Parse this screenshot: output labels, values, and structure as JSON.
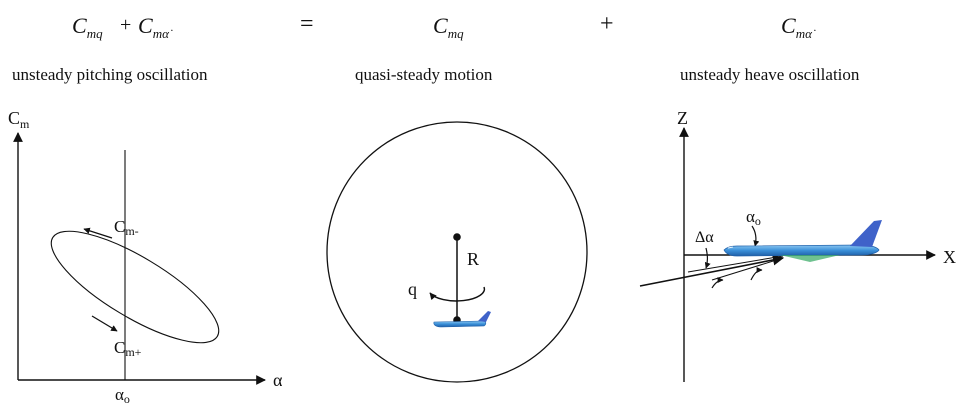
{
  "equation": {
    "lhs_a": {
      "base": "C",
      "sub": "mq"
    },
    "plus_1": "+",
    "lhs_b": {
      "base": "C",
      "sub": "mα̇"
    },
    "equals": "=",
    "rhs_a": {
      "base": "C",
      "sub": "mq"
    },
    "plus_2": "+",
    "rhs_b": {
      "base": "C",
      "sub": "mα̇"
    }
  },
  "captions": {
    "left": "unsteady pitching oscillation",
    "middle": "quasi-steady motion",
    "right": "unsteady heave oscillation"
  },
  "pitching_plot": {
    "y_axis_label": {
      "base": "C",
      "sub": "m"
    },
    "x_axis_label": "α",
    "cm_minus_label": {
      "base": "C",
      "sub": "m-"
    },
    "cm_plus_label": {
      "base": "C",
      "sub": "m+"
    },
    "alpha_o_label": {
      "base": "α",
      "sub": "o"
    }
  },
  "quasi_steady": {
    "radius_label": "R",
    "pitch_rate_label": "q"
  },
  "heave": {
    "z_axis_label": "Z",
    "x_axis_label": "X",
    "delta_alpha_label": "Δα",
    "alpha_o_label": {
      "base": "α",
      "sub": "o"
    }
  },
  "colors": {
    "line": "#111111",
    "fuselage": "#3a8fd8",
    "fuselage_dark": "#1f5fa8",
    "fuselage_light": "#8cc8f2",
    "tail": "#3f62c9",
    "wing_green": "#3fae6b"
  }
}
